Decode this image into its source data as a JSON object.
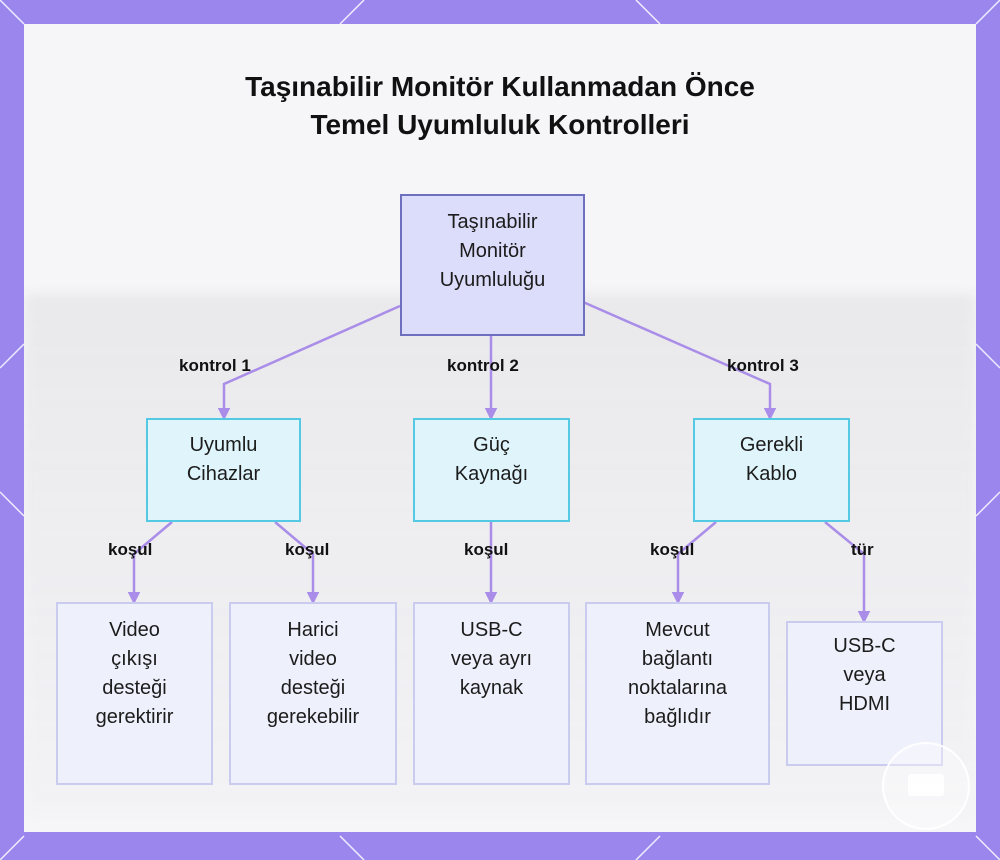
{
  "title": {
    "line1": "Taşınabilir Monitör Kullanmadan Önce",
    "line2": "Temel Uyumluluk Kontrolleri"
  },
  "nodes": {
    "root": "Taşınabilir\nMonitör\nUyumluluğu",
    "compatible_devices": "Uyumlu\nCihazlar",
    "power_source": "Güç\nKaynağı",
    "required_cable": "Gerekli\nKablo",
    "video_output": "Video\nçıkışı\ndesteği\ngerektirir",
    "external_video": "Harici\nvideo\ndesteği\ngerekebilir",
    "usbc_or_separate": "USB-C\nveya ayrı\nkaynak",
    "existing_ports": "Mevcut\nbağlantı\nnoktalarına\nbağlıdır",
    "usbc_or_hdmi": "USB-C\nveya\nHDMI"
  },
  "edge_labels": {
    "check1": "kontrol 1",
    "check2": "kontrol 2",
    "check3": "kontrol 3",
    "cond_video": "koşul",
    "cond_external": "koşul",
    "cond_power": "koşul",
    "cond_ports": "koşul",
    "type_cable": "tür"
  },
  "colors": {
    "edge": "#a98de8",
    "root_fill": "#dcdcfb",
    "mid_fill": "#dff5fb",
    "leaf_fill": "#eef0fb",
    "frame": "#9a86ec"
  }
}
